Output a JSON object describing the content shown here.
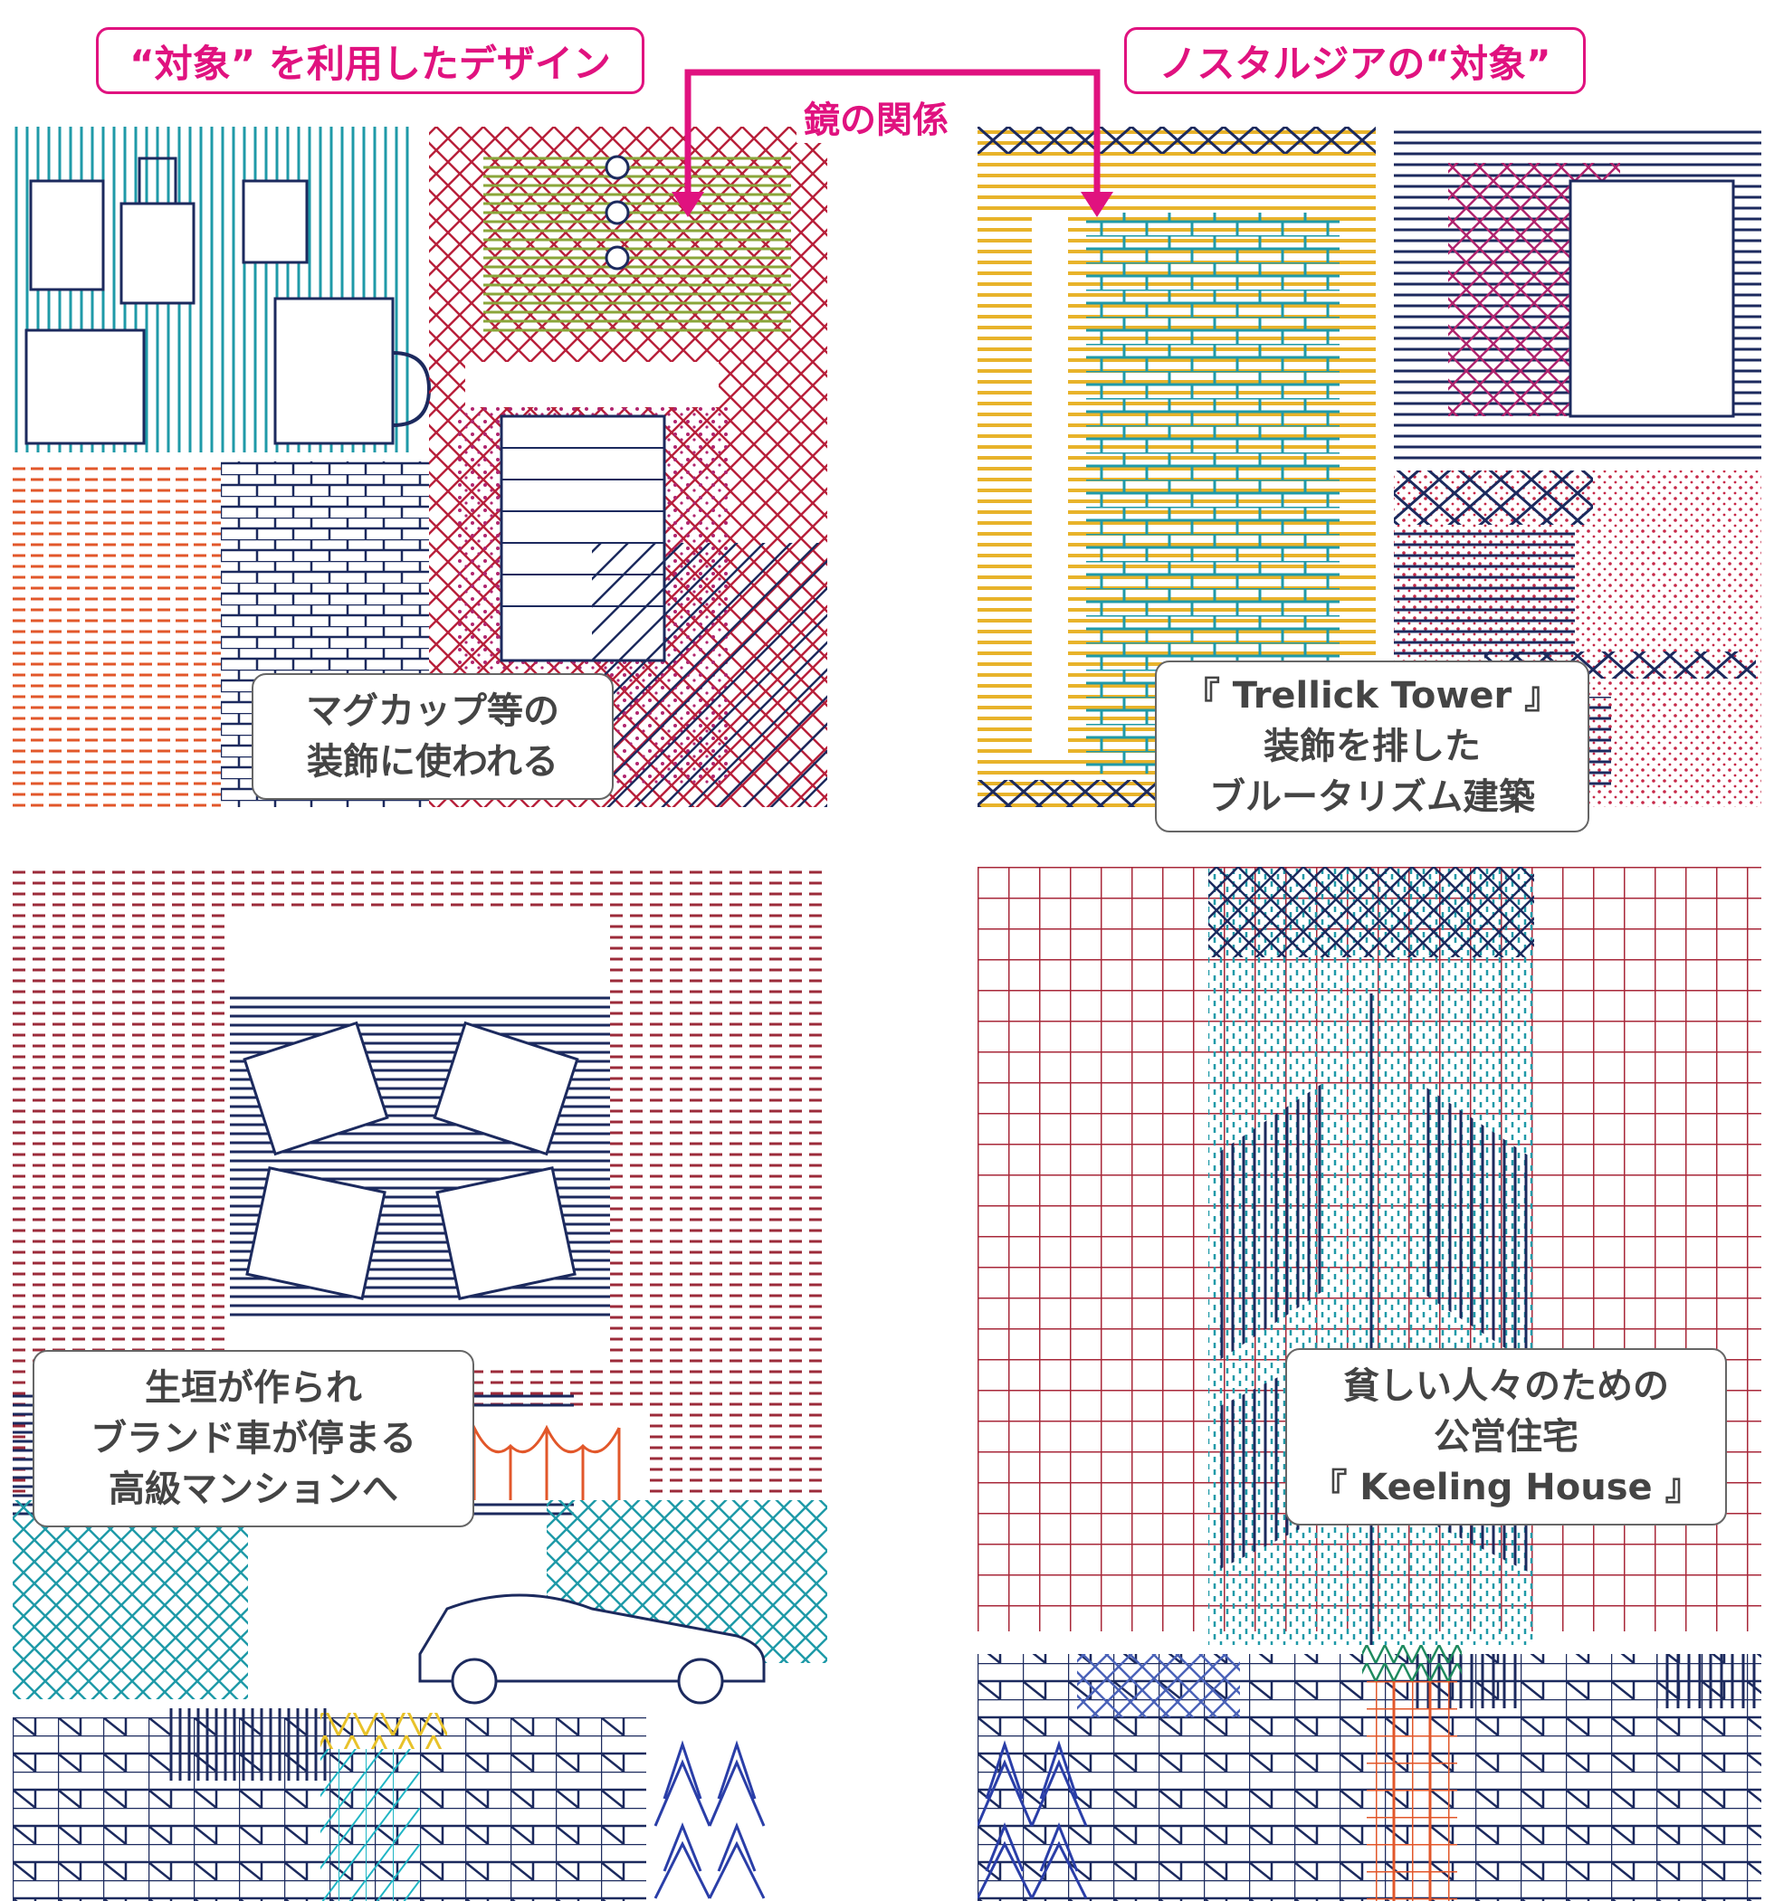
{
  "headers": {
    "left": "“対象” を利用したデザイン",
    "right": "ノスタルジアの“対象”",
    "mirror": "鏡の関係"
  },
  "captions": {
    "top_left": [
      "マグカップ等の",
      "装飾に使われる"
    ],
    "top_right": [
      "『 Trellick Tower 』",
      "装飾を排した",
      "ブルータリズム建築"
    ],
    "bottom_left": [
      "生垣が作られ",
      "ブランド車が停まる",
      "高級マンションへ"
    ],
    "bottom_right": [
      "貧しい人々のための",
      "公営住宅",
      "『 Keeling House 』"
    ]
  },
  "colors": {
    "accent": "#e0127f",
    "navy": "#1c2a5e",
    "teal": "#1f9aa8",
    "crimson": "#b8203a",
    "orange": "#e2572a",
    "olive": "#8aa63a",
    "yellow": "#e8b32a",
    "magenta": "#b0246e",
    "green": "#1e8a5e",
    "dark_red": "#9c2b3a"
  }
}
